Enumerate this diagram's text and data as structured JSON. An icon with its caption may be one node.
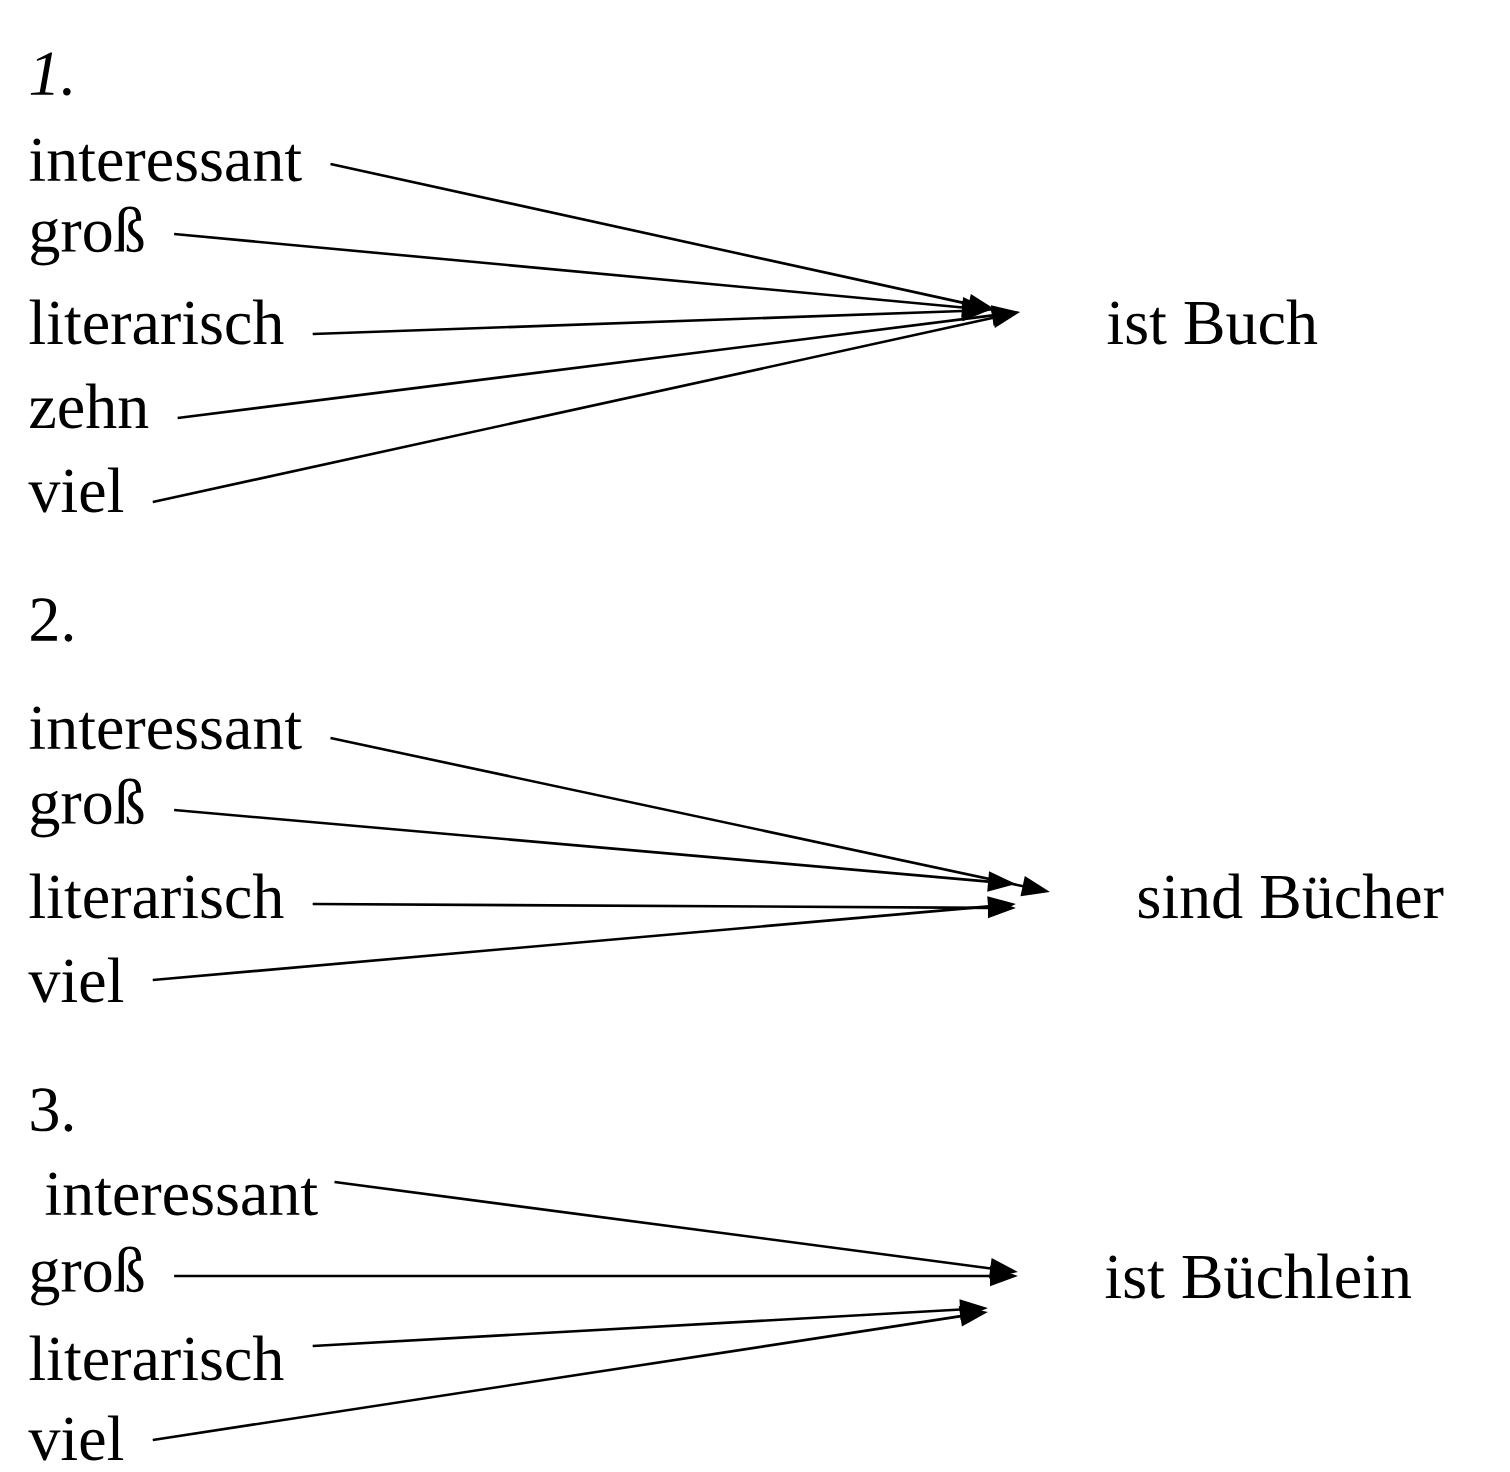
{
  "diagram": {
    "nodes": [
      {
        "text": [
          "interessant"
        ]
      },
      {
        "text": [
          "groß"
        ]
      },
      {
        "text": [
          "literarisch"
        ]
      },
      {
        "text": [
          "zehn"
        ]
      },
      {
        "text": [
          "viel"
        ]
      },
      {
        "text": [
          "ist  Buch"
        ]
      },
      {
        "text": [
          "interessant"
        ]
      },
      {
        "text": [
          "groß"
        ]
      },
      {
        "text": [
          "literarisch"
        ]
      },
      {
        "text": [
          "viel"
        ]
      },
      {
        "text": [
          "sind Bücher"
        ]
      },
      {
        "text": [
          "interessant"
        ]
      },
      {
        "text": [
          "groß"
        ]
      },
      {
        "text": [
          "literarisch"
        ]
      },
      {
        "text": [
          "viel"
        ]
      },
      {
        "text": [
          "ist Büchlein"
        ]
      }
    ],
    "edges": [
      {
        "from": 0,
        "to": 5,
        "arrow": "to"
      },
      {
        "from": 1,
        "to": 5,
        "arrow": "to"
      },
      {
        "from": 2,
        "to": 5,
        "arrow": "to"
      },
      {
        "from": 3,
        "to": 5,
        "arrow": "to"
      },
      {
        "from": 4,
        "to": 5,
        "arrow": "to"
      },
      {
        "from": 6,
        "to": 10,
        "arrow": "to"
      },
      {
        "from": 7,
        "to": 10,
        "arrow": "to"
      },
      {
        "from": 8,
        "to": 10,
        "arrow": "to"
      },
      {
        "from": 9,
        "to": 10,
        "arrow": "to"
      },
      {
        "from": 11,
        "to": 15,
        "arrow": "to"
      },
      {
        "from": 12,
        "to": 15,
        "arrow": "to"
      },
      {
        "from": 13,
        "to": 15,
        "arrow": "to"
      },
      {
        "from": 14,
        "to": 15,
        "arrow": "to"
      }
    ],
    "labels": [
      "1.",
      "2.",
      "3."
    ]
  }
}
